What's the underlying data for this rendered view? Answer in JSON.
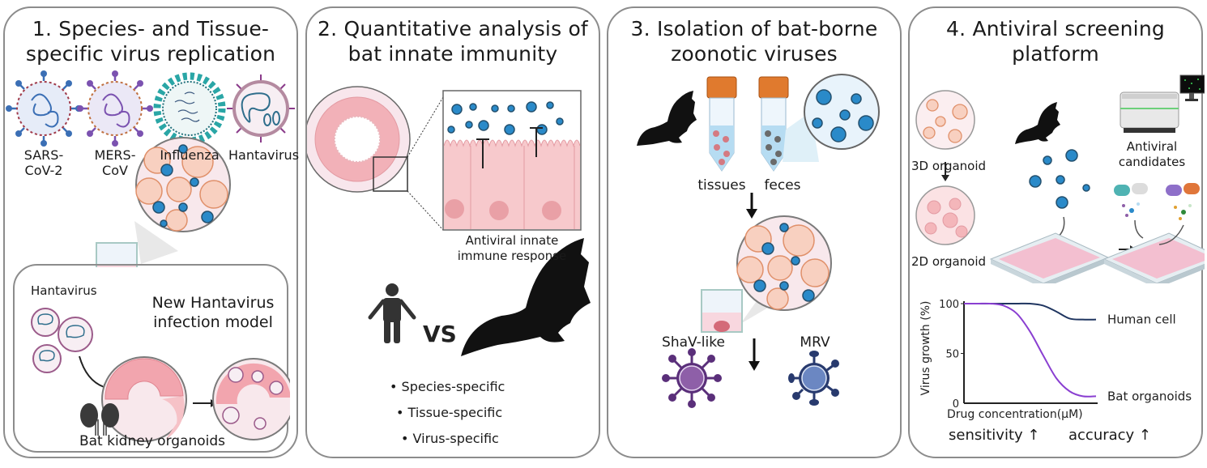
{
  "panels": [
    {
      "title_line1": "1. Species- and Tissue-",
      "title_line2": "specific virus replication",
      "viruses": [
        {
          "name_line1": "SARS-",
          "name_line2": "CoV-2",
          "icon": "sars-cov-2-virus-icon",
          "color": "#3b6fb5"
        },
        {
          "name_line1": "MERS-",
          "name_line2": "CoV",
          "icon": "mers-cov-virus-icon",
          "color": "#7b52b0"
        },
        {
          "name_line1": "Influenza",
          "name_line2": "",
          "icon": "influenza-virus-icon",
          "color": "#2aa6a6"
        },
        {
          "name_line1": "Hantavirus",
          "name_line2": "",
          "icon": "hantavirus-icon",
          "color": "#9b5b8a"
        }
      ],
      "subpanel": {
        "virus_label": "Hantavirus",
        "title_line1": "New Hantavirus",
        "title_line2": "infection model",
        "caption": "Bat kidney organoids"
      }
    },
    {
      "title_line1": "2. Quantitative analysis of",
      "title_line2": "bat innate immunity",
      "caption_line1": "Antiviral innate",
      "caption_line2": "immune response",
      "versus": "VS",
      "bullets": [
        "Species-specific",
        "Tissue-specific",
        "Virus-specific"
      ]
    },
    {
      "title_line1": "3. Isolation of bat-borne",
      "title_line2": "zoonotic viruses",
      "tube_labels": [
        "tissues",
        "feces"
      ],
      "isolated_viruses": [
        {
          "name": "ShaV-like",
          "color": "#8e5fa8"
        },
        {
          "name": "MRV",
          "color": "#6b87c2"
        }
      ]
    },
    {
      "title_line1": "4. Antiviral screening",
      "title_line2": "platform",
      "organoid_labels": [
        "3D organoid",
        "2D organoid"
      ],
      "candidates_line1": "Antiviral",
      "candidates_line2": "candidates",
      "footer": [
        "sensitivity ↑",
        "accuracy ↑"
      ]
    }
  ],
  "chart_data": {
    "type": "line",
    "title": "",
    "xlabel": "Drug concentration(μM)",
    "ylabel": "Virus growth (%)",
    "ylim": [
      0,
      100
    ],
    "yticks": [
      "100",
      "50",
      "0"
    ],
    "yticks_values": [
      100,
      50,
      0
    ],
    "x": [
      0,
      1,
      2,
      3,
      4,
      5,
      6,
      7,
      8,
      9,
      10
    ],
    "series": [
      {
        "name": "Human cell",
        "color": "#1f3560",
        "values": [
          100,
          100,
          100,
          100,
          100,
          100,
          98,
          92,
          85,
          84,
          84
        ]
      },
      {
        "name": "Bat organoids",
        "color": "#8a3fd1",
        "values": [
          100,
          100,
          100,
          98,
          90,
          72,
          48,
          25,
          12,
          7,
          7
        ]
      }
    ],
    "legend": "inline-right",
    "grid": false
  }
}
